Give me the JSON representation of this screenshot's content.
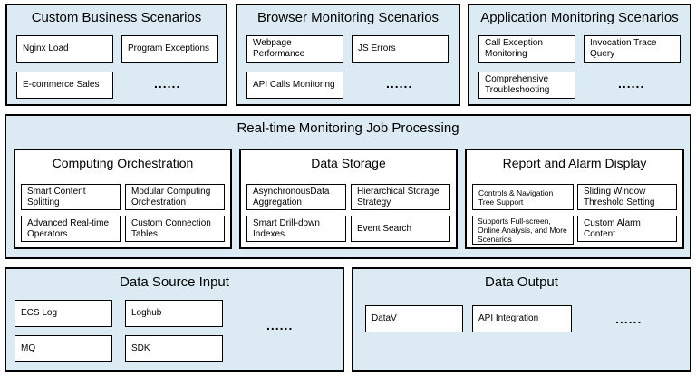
{
  "top": [
    {
      "title": "Custom Business Scenarios",
      "items": [
        "Nginx Load",
        "Program Exceptions",
        "E-commerce Sales"
      ],
      "more": "......"
    },
    {
      "title": "Browser Monitoring Scenarios",
      "items": [
        "Webpage Performance",
        "JS Errors",
        "API Calls Monitoring"
      ],
      "more": "......"
    },
    {
      "title": "Application Monitoring Scenarios",
      "items": [
        "Call Exception Monitoring",
        "Invocation Trace Query",
        "Comprehensive Troubleshooting"
      ],
      "more": "......"
    }
  ],
  "realtime": {
    "title": "Real-time Monitoring Job Processing",
    "groups": [
      {
        "title": "Computing Orchestration",
        "items": [
          "Smart Content Splitting",
          "Modular Computing Orchestration",
          "Advanced Real-time Operators",
          "Custom Connection Tables"
        ]
      },
      {
        "title": "Data Storage",
        "items": [
          "AsynchronousData Aggregation",
          "Hierarchical Storage Strategy",
          "Smart Drill-down Indexes",
          "Event Search"
        ]
      },
      {
        "title": "Report and Alarm Display",
        "items": [
          "Controls & Navigation Tree Support",
          "Sliding Window Threshold Setting",
          "Supports Full-screen, Online Analysis, and More Scenarios",
          "Custom Alarm Content"
        ]
      }
    ]
  },
  "source": {
    "title": "Data Source Input",
    "items": [
      "ECS Log",
      "Loghub",
      "MQ",
      "SDK"
    ],
    "more": "......"
  },
  "output": {
    "title": "Data Output",
    "items": [
      "DataV",
      "API Integration"
    ],
    "more": "......"
  }
}
